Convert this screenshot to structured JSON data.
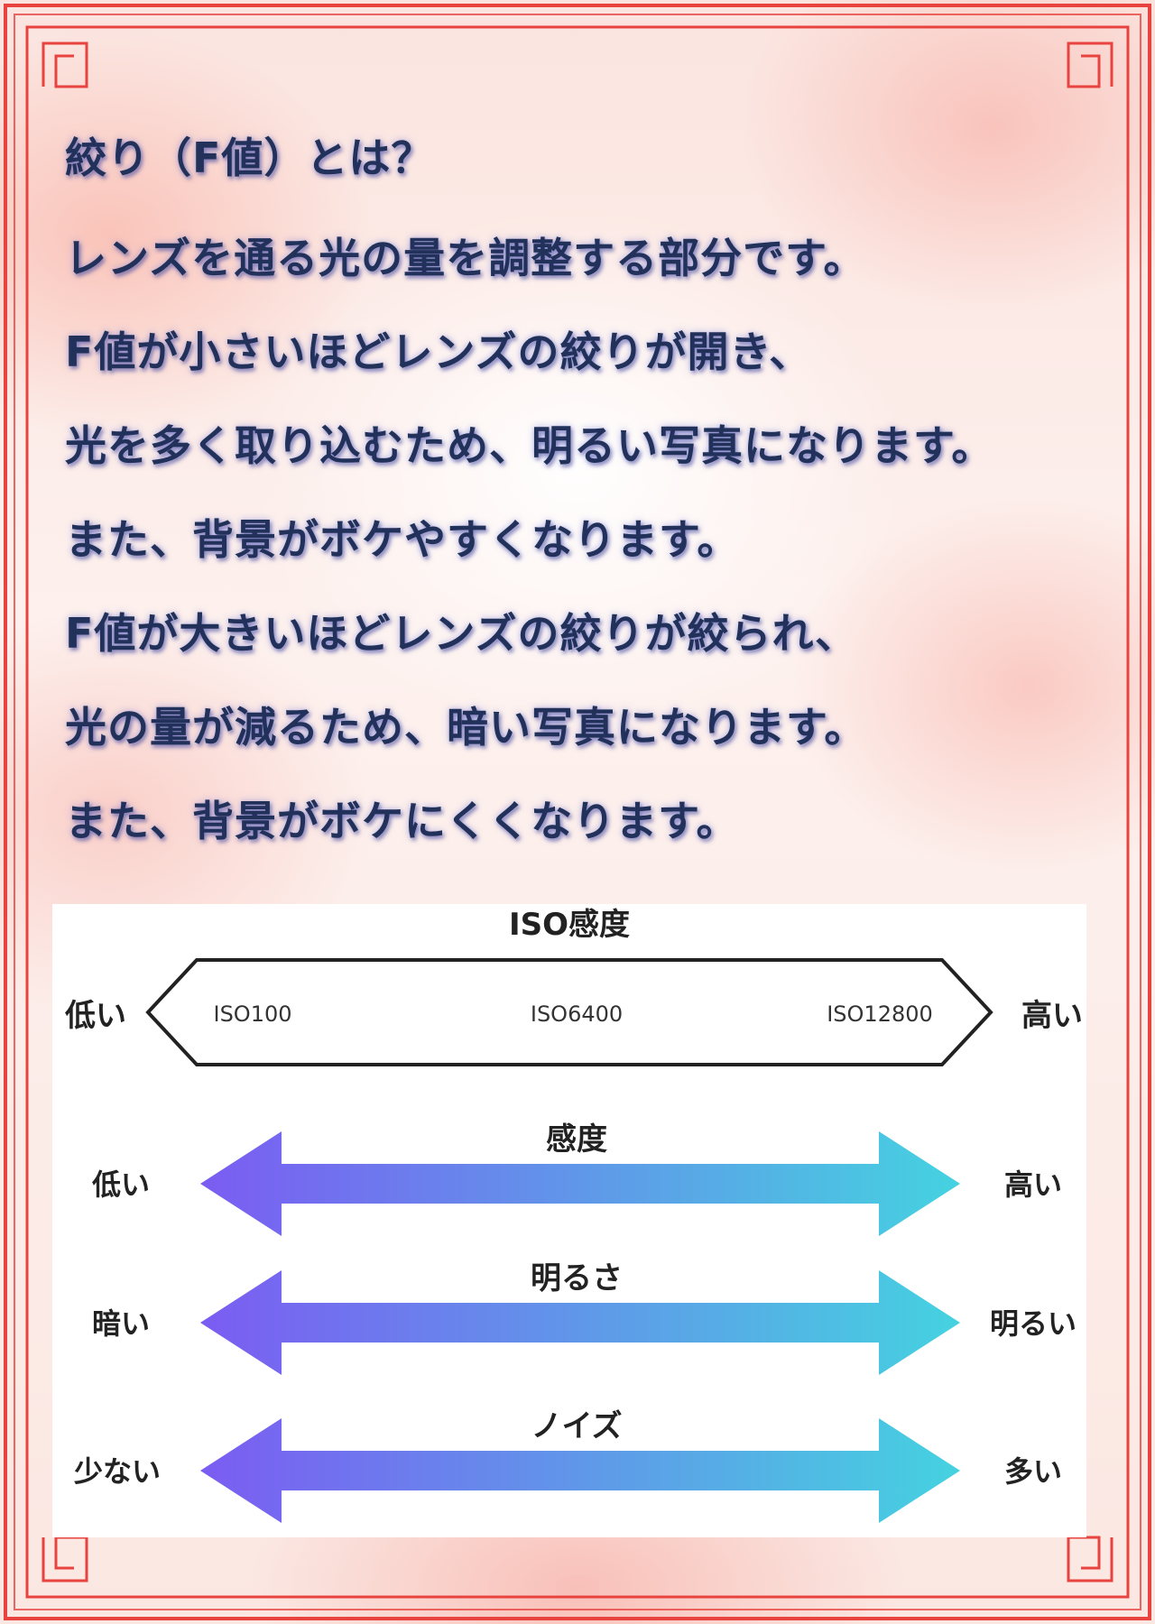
{
  "heading": "絞り（F値）とは？",
  "lines": [
    "レンズを通る光の量を調整する部分です。",
    "F値が小さいほどレンズの絞りが開き、",
    "光を多く取り込むため、明るい写真になります。",
    "また、背景がボケやすくなります。",
    "F値が大きいほどレンズの絞りが絞られ、",
    "光の量が減るため、暗い写真になります。",
    "また、背景がボケにくくなります。"
  ],
  "iso_scale": {
    "title": "ISO感度",
    "left_label": "低い",
    "right_label": "高い",
    "ticks": [
      "ISO100",
      "ISO6400",
      "ISO12800"
    ]
  },
  "arrows": [
    {
      "title": "感度",
      "left_label": "低い",
      "right_label": "高い"
    },
    {
      "title": "明るさ",
      "left_label": "暗い",
      "right_label": "明るい"
    },
    {
      "title": "ノイズ",
      "left_label": "少ない",
      "right_label": "多い"
    }
  ],
  "colors": {
    "text": "#22315a",
    "frame": "#e8433f",
    "arrow_start": "#7b5cf2",
    "arrow_end": "#45d2e0"
  }
}
